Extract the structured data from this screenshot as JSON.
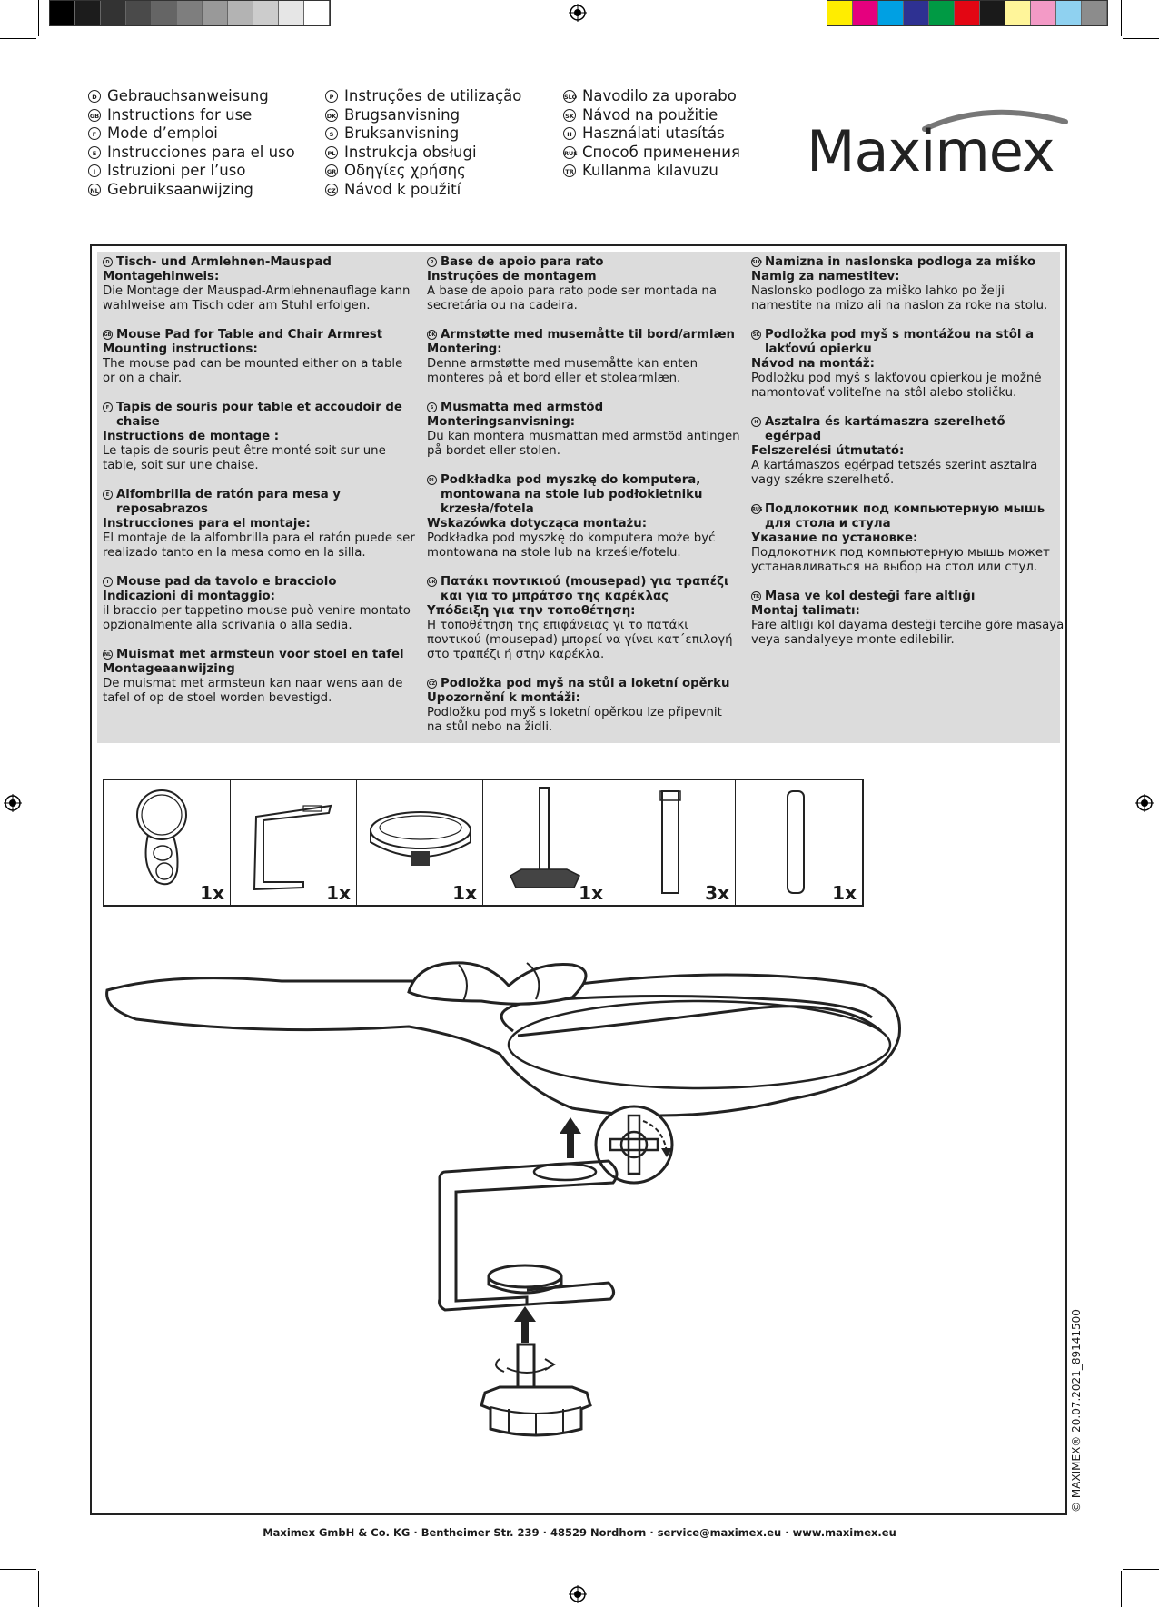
{
  "print_marks": {
    "grey_swatches": [
      "#000000",
      "#1c1c1c",
      "#333333",
      "#4a4a4a",
      "#656565",
      "#7e7e7e",
      "#999999",
      "#b3b3b3",
      "#cccccc",
      "#e6e6e6",
      "#ffffff"
    ],
    "color_swatches": [
      "#ffed00",
      "#e5007e",
      "#00a0e3",
      "#2e3192",
      "#009a44",
      "#e30613",
      "#1a1a1a",
      "#fff59a",
      "#f39ac6",
      "#8fd1f0",
      "#8c8c8c"
    ]
  },
  "header": {
    "languages": [
      [
        {
          "code": "D",
          "label": "Gebrauchsanweisung"
        },
        {
          "code": "GB",
          "label": "Instructions for use"
        },
        {
          "code": "F",
          "label": "Mode d’emploi"
        },
        {
          "code": "E",
          "label": "Instrucciones para el uso"
        },
        {
          "code": "I",
          "label": "Istruzioni per l’uso"
        },
        {
          "code": "NL",
          "label": "Gebruiksaanwijzing"
        }
      ],
      [
        {
          "code": "P",
          "label": "Instruções de utilização"
        },
        {
          "code": "DK",
          "label": "Brugsanvisning"
        },
        {
          "code": "S",
          "label": "Bruksanvisning"
        },
        {
          "code": "PL",
          "label": "Instrukcja obsługi"
        },
        {
          "code": "GR",
          "label": "Οδηγίες χρήσης"
        },
        {
          "code": "CZ",
          "label": "Návod k použití"
        }
      ],
      [
        {
          "code": "SLO",
          "label": "Navodilo za uporabo"
        },
        {
          "code": "SK",
          "label": "Návod na použitie"
        },
        {
          "code": "H",
          "label": "Használati utasítás"
        },
        {
          "code": "RUS",
          "label": "Способ применения"
        },
        {
          "code": "TR",
          "label": "Kullanma kılavuzu"
        }
      ]
    ],
    "logo": "Maximex"
  },
  "instructions": [
    [
      {
        "code": "D",
        "title": "Tisch- und Armlehnen-Mauspad",
        "heading": "Montagehinweis:",
        "text": "Die Montage der Mauspad-Armlehnenauflage kann wahlweise am Tisch oder am Stuhl erfolgen."
      },
      {
        "code": "GB",
        "title": "Mouse Pad for Table and Chair Armrest",
        "heading": "Mounting instructions:",
        "text": "The mouse pad can be mounted either on a table or on a chair."
      },
      {
        "code": "F",
        "title": "Tapis de souris pour table et accoudoir de chaise",
        "heading": "Instructions de montage :",
        "text": "Le tapis de souris peut être monté soit sur une table, soit sur une chaise."
      },
      {
        "code": "E",
        "title": "Alfombrilla de ratón para mesa y reposabrazos",
        "heading": "Instrucciones para el montaje:",
        "text": "El montaje de la alfombrilla para el ratón puede ser realizado tanto en la mesa como en la silla."
      },
      {
        "code": "I",
        "title": "Mouse pad da tavolo e bracciolo",
        "heading": "Indicazioni di montaggio:",
        "text": "il braccio per tappetino mouse può venire montato opzionalmente alla scrivania o alla sedia."
      },
      {
        "code": "NL",
        "title": "Muismat met armsteun voor stoel en tafel",
        "heading": "Montageaanwijzing",
        "text": "De muismat met armsteun kan naar wens aan de tafel of op de stoel worden bevestigd."
      }
    ],
    [
      {
        "code": "P",
        "title": "Base de apoio para rato",
        "heading": "Instruções de montagem",
        "text": "A base de apoio para rato pode ser montada na secretária ou na cadeira."
      },
      {
        "code": "DK",
        "title": "Armstøtte med musemåtte til bord/armlæn",
        "heading": "Montering:",
        "text": "Denne armstøtte med musemåtte kan enten monteres på et bord eller et stolearmlæn."
      },
      {
        "code": "S",
        "title": "Musmatta med armstöd",
        "heading": "Monteringsanvisning:",
        "text": "Du kan montera musmattan med armstöd antingen på bordet eller stolen."
      },
      {
        "code": "PL",
        "title": "Podkładka pod myszkę do komputera, montowana na stole lub podłokietniku krzesła/fotela",
        "heading": "Wskazówka dotycząca montażu:",
        "text": "Podkładka pod myszkę do komputera może być montowana na stole lub na krześle/fotelu."
      },
      {
        "code": "GR",
        "title": "Πατάκι ποντικιού (mousepad) για τραπέζι και για το μπράτσο της καρέκλας",
        "heading": "Υπόδειξη για την τοποθέτηση:",
        "text": "Η τοποθέτηση της επιφάνειας γι το πατάκι ποντικού (mousepad) μπορεί να γίνει κατ΄επιλογή στο τραπέζι ή στην καρέκλα."
      },
      {
        "code": "CZ",
        "title": "Podložka pod myš na stůl a loketní opěrku",
        "heading": "Upozornění k montáži:",
        "text": "Podložku pod myš s loketní opěrkou lze připevnit na stůl nebo na židli."
      }
    ],
    [
      {
        "code": "SLO",
        "title": "Namizna in naslonska podloga za miško",
        "heading": "Namig za namestitev:",
        "text": "Naslonsko podlogo za miško lahko po želji namestite na mizo ali na naslon za roke na stolu."
      },
      {
        "code": "SK",
        "title": "Podložka pod myš s montážou na stôl a lakťovú opierku",
        "heading": "Návod na montáž:",
        "text": "Podložku pod myš s lakťovou opierkou je možné namontovať voliteľne na stôl alebo stoličku."
      },
      {
        "code": "H",
        "title": "Asztalra és kartámaszra szerelhető egérpad",
        "heading": "Felszerelési útmutató:",
        "text": "A kartámaszos egérpad tetszés szerint asztalra vagy székre szerelhető."
      },
      {
        "code": "RUS",
        "title": "Подлокотник под компьютерную мышь для стола и стула",
        "heading": "Указание по установке:",
        "text": "Подлокотник под компьютерную мышь может устанавливаться на выбор на стол или стул."
      },
      {
        "code": "TR",
        "title": "Masa ve kol desteği fare altlığı",
        "heading": "Montaj talimatı:",
        "text": "Fare altlığı kol dayama desteği tercihe göre masaya veya sandalyeye monte edilebilir."
      }
    ]
  ],
  "parts": [
    {
      "icon": "mouse-pad-icon",
      "qty": "1x"
    },
    {
      "icon": "clamp-bracket-icon",
      "qty": "1x"
    },
    {
      "icon": "pivot-disc-icon",
      "qty": "1x"
    },
    {
      "icon": "clamp-screw-icon",
      "qty": "1x"
    },
    {
      "icon": "strap-icon",
      "qty": "3x"
    },
    {
      "icon": "pad-strip-icon",
      "qty": "1x"
    }
  ],
  "side_note": "© MAXIMEX® 20.07.2021_89141500",
  "footer": "Maximex GmbH & Co. KG · Bentheimer Str. 239 · 48529 Nordhorn · service@maximex.eu · www.maximex.eu"
}
